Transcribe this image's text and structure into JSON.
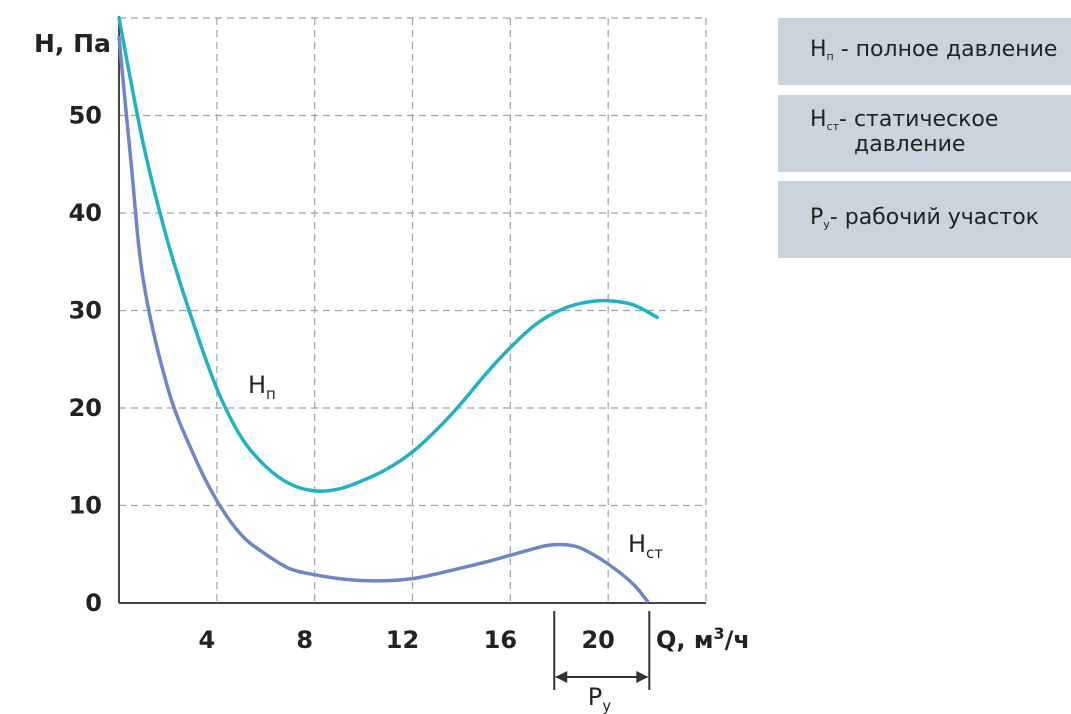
{
  "chart_data": {
    "type": "line",
    "ylabel": "H, Па",
    "xlabel_main": "Q, м",
    "xlabel_sup": "3",
    "xlabel_tail": "/ч",
    "xlim": [
      0,
      24
    ],
    "ylim": [
      0,
      60
    ],
    "xticks": [
      4,
      8,
      12,
      16,
      20
    ],
    "xtick_labels": [
      "4",
      "8",
      "12",
      "16",
      "20"
    ],
    "yticks": [
      0,
      10,
      20,
      30,
      40,
      50
    ],
    "ytick_labels": [
      "0",
      "10",
      "20",
      "30",
      "40",
      "50"
    ],
    "grid": true,
    "series": [
      {
        "name": "Hп",
        "label_main": "H",
        "label_sub": "п",
        "color": "#1fb2c2",
        "x": [
          0,
          1,
          2,
          3,
          4,
          5,
          6,
          7,
          8,
          9,
          10,
          11,
          12,
          13,
          14,
          15,
          16,
          17,
          18,
          19,
          20,
          21,
          22
        ],
        "y": [
          60,
          47,
          37,
          29,
          22,
          17,
          14,
          12.2,
          11.5,
          11.7,
          12.6,
          13.8,
          15.5,
          17.8,
          20.5,
          23.5,
          26.2,
          28.5,
          30.0,
          30.8,
          31.0,
          30.6,
          29.3
        ]
      },
      {
        "name": "Hст",
        "label_main": "H",
        "label_sub": "ст",
        "color": "#6f86c6",
        "x": [
          0,
          0.5,
          1,
          2,
          3,
          4,
          5,
          6,
          7,
          8,
          9,
          10,
          11,
          12,
          13,
          14,
          15,
          16,
          17,
          17.5,
          18,
          18.5,
          19,
          20,
          21,
          21.6
        ],
        "y": [
          58,
          45,
          33,
          22,
          15.5,
          10.5,
          7,
          5,
          3.5,
          2.9,
          2.5,
          2.3,
          2.3,
          2.5,
          3.0,
          3.6,
          4.2,
          4.9,
          5.6,
          5.9,
          6.0,
          5.9,
          5.5,
          4.0,
          2.0,
          0.2
        ]
      }
    ],
    "working_range": {
      "label_main": "P",
      "label_sub": "y",
      "x_start": 18,
      "x_end": 21.6
    }
  },
  "legend": [
    {
      "main": "H",
      "sub": "п",
      "text": " - полное давление"
    },
    {
      "main": "H",
      "sub": "ст",
      "text": "- статическое",
      "text2": "давление"
    },
    {
      "main": "P",
      "sub": "у",
      "text": "- рабочий участок"
    }
  ]
}
